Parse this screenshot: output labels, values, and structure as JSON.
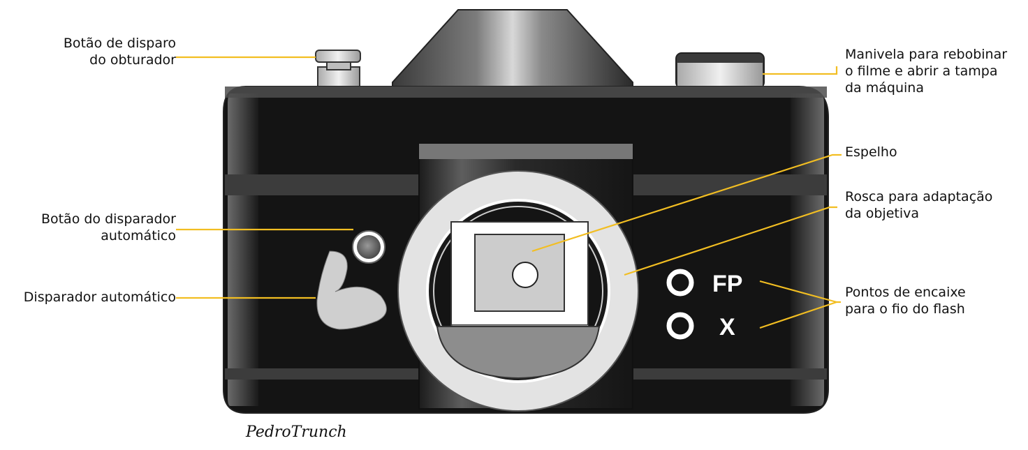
{
  "labels": {
    "shutter_button": [
      "Botão de disparo",
      "do obturador"
    ],
    "rewind_crank": [
      "Manivela para rebobinar",
      "o filme e abrir a tampa",
      "da máquina"
    ],
    "mirror": [
      "Espelho"
    ],
    "lens_mount": [
      "Rosca para adaptação",
      "da objetiva"
    ],
    "self_timer_button": [
      "Botão do disparador",
      "automático"
    ],
    "self_timer": [
      "Disparador automático"
    ],
    "flash_sockets": [
      "Pontos de encaixe",
      "para o fio do flash"
    ]
  },
  "flash_marks": {
    "fp": "FP",
    "x": "X"
  },
  "signature": "PedroTrunch",
  "colors": {
    "leader_line": "#F2BE22",
    "body": "#141414",
    "body_edge": "#4a4a4a",
    "metal_light": "#e8e8e8",
    "metal_mid": "#9a9a9a",
    "text": "#111111"
  }
}
